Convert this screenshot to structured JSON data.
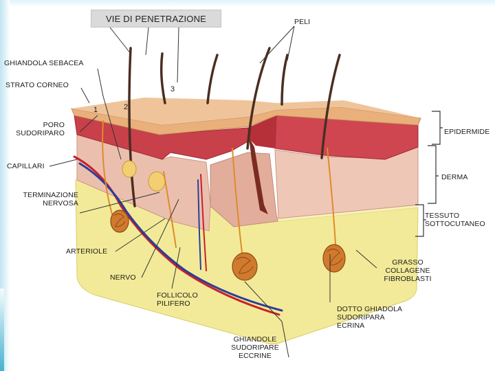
{
  "title": "VIE DI PENETRAZIONE",
  "labels": {
    "peli": "PELI",
    "ghiandola_sebacea": "GHIANDOLA SEBACEA",
    "strato_corneo": "STRATO CORNEO",
    "poro_line1": "PORO",
    "poro_line2": "SUDORIPARO",
    "capillari": "CAPILLARI",
    "terminazione_line1": "TERMINAZIONE",
    "terminazione_line2": "NERVOSA",
    "arteriole": "ARTERIOLE",
    "nervo": "NERVO",
    "follicolo_line1": "FOLLICOLO",
    "follicolo_line2": "PILIFERO",
    "ghiandole_line1": "GHIANDOLE",
    "ghiandole_line2": "SUDORIPARE",
    "ghiandole_line3": "ECCRINE",
    "dotto_line1": "DOTTO GHIADOLA",
    "dotto_line2": "SUDORIPARA",
    "dotto_line3": "ECRINA",
    "grasso_line1": "GRASSO",
    "grasso_line2": "COLLAGENE",
    "grasso_line3": "FIBROBLASTI",
    "epidermide": "EPIDERMIDE",
    "derma": "DERMA",
    "tessuto_line1": "TESSUTO",
    "tessuto_line2": "SOTTOCUTANEO"
  },
  "path_numbers": [
    "1",
    "2",
    "3"
  ],
  "colors": {
    "corneum": "#e9b07c",
    "epidermis": "#c73a44",
    "dermis": "#ecc2b2",
    "subcutis": "#f3ec9a",
    "hair": "#4a2e22",
    "artery": "#c8202a",
    "vein": "#2a3f9a",
    "nerve": "#e08a2a"
  }
}
